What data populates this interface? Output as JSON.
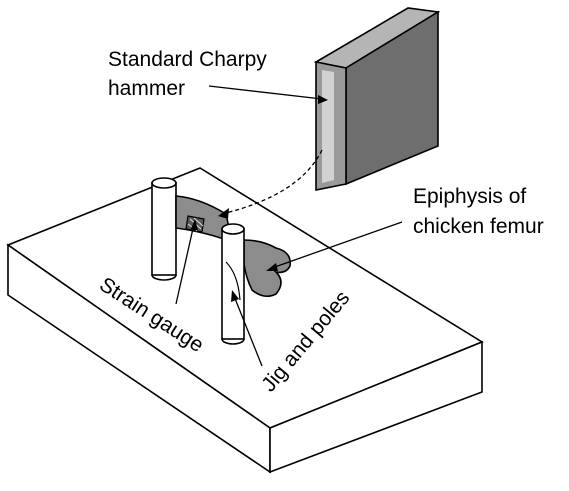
{
  "labels": {
    "hammer_line1": "Standard Charpy",
    "hammer_line2": "hammer",
    "epiphysis_line1": "Epiphysis of",
    "epiphysis_line2": "chicken femur",
    "strain_gauge": "Strain gauge",
    "jig": "Jig and poles"
  },
  "colors": {
    "outline": "#000000",
    "block_face": "#ffffff",
    "hammer_dark": "#6e6e6e",
    "hammer_side": "#9a9a9a",
    "hammer_light": "#cfcfcf",
    "bone": "#8c8c8c",
    "gauge": "#5a5a5a"
  }
}
